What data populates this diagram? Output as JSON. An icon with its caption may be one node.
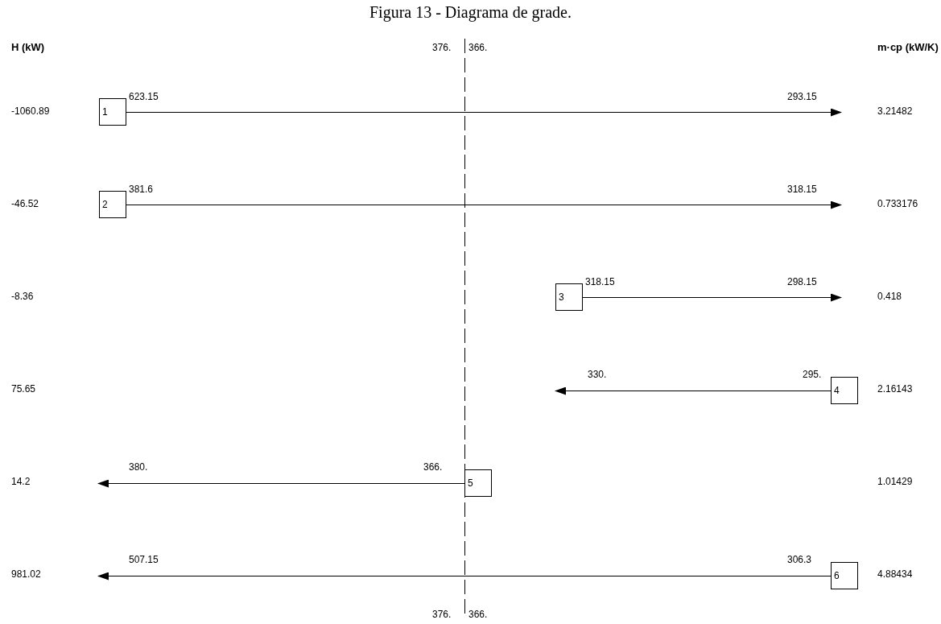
{
  "diagram": {
    "title": "Figura 13 - Diagrama de grade.",
    "nodes": [
      {
        "text": [
          "1"
        ]
      },
      {
        "text": [
          "2"
        ]
      },
      {
        "text": [
          "3"
        ]
      },
      {
        "text": [
          "4"
        ]
      },
      {
        "text": [
          "5"
        ]
      },
      {
        "text": [
          "6"
        ]
      }
    ],
    "edges": [
      {
        "from": 0,
        "to": null,
        "arrow": "to"
      },
      {
        "from": 1,
        "to": null,
        "arrow": "to"
      },
      {
        "from": 2,
        "to": null,
        "arrow": "to"
      },
      {
        "from": 3,
        "to": null,
        "arrow": "to"
      },
      {
        "from": 4,
        "to": null,
        "arrow": "to"
      },
      {
        "from": 5,
        "to": null,
        "arrow": "to"
      }
    ],
    "labels": [
      "H (kW)",
      "376.",
      "366.",
      "m·cp (kW/K)",
      "-1060.89",
      "623.15",
      "293.15",
      "3.21482",
      "-46.52",
      "381.6",
      "318.15",
      "0.733176",
      "-8.36",
      "318.15",
      "298.15",
      "0.418",
      "75.65",
      "330.",
      "295.",
      "2.16143",
      "14.2",
      "380.",
      "366.",
      "1.01429",
      "981.02",
      "507.15",
      "306.3",
      "4.88434",
      "376.",
      "366."
    ]
  }
}
